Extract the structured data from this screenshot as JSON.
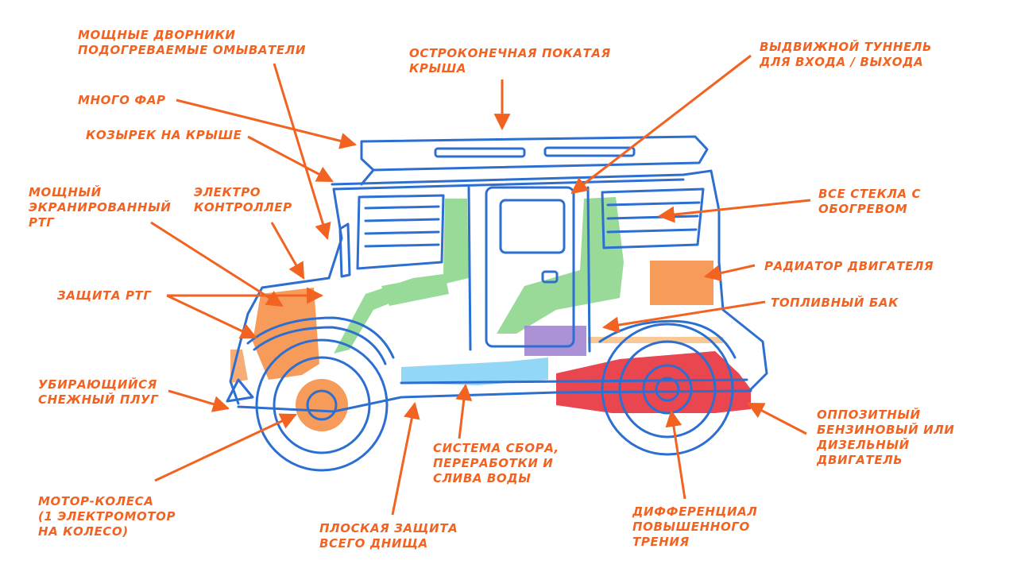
{
  "colors": {
    "label": "#f26322",
    "arrow": "#f26322",
    "sketch": "#2d6fd1",
    "cabin": "#7fd17f",
    "engine": "#e8323c",
    "fuel_tank": "#9c7fd0",
    "water_system": "#7fd0f5",
    "rtg": "#f58a3c"
  },
  "labels": {
    "wipers": "МОЩНЫЕ ДВОРНИКИ\nПОДОГРЕВАЕМЫЕ ОМЫВАТЕЛИ",
    "roof": "ОСТРОКОНЕЧНАЯ ПОКАТАЯ\nКРЫША",
    "tunnel": "ВЫДВИЖНОЙ ТУННЕЛЬ\nДЛЯ ВХОДА / ВЫХОДА",
    "headlights": "МНОГО ФАР",
    "visor": "КОЗЫРЕК НА КРЫШЕ",
    "rtg": "МОЩНЫЙ\nЭКРАНИРОВАННЫЙ\nРТГ",
    "controller": "ЭЛЕКТРО\nКОНТРОЛЛЕР",
    "heated_glass": "ВСЕ СТЕКЛА С\nОБОГРЕВОМ",
    "radiator": "РАДИАТОР ДВИГАТЕЛЯ",
    "rtg_protection": "ЗАЩИТА РТГ",
    "fuel_tank": "ТОПЛИВНЫЙ БАК",
    "snowplow": "УБИРАЮЩИЙСЯ\nСНЕЖНЫЙ ПЛУГ",
    "engine": "ОППОЗИТНЫЙ\nБЕНЗИНОВЫЙ ИЛИ\nДИЗЕЛЬНЫЙ\nДВИГАТЕЛЬ",
    "water": "СИСТЕМА СБОРА,\nПЕРЕРАБОТКИ И\nСЛИВА ВОДЫ",
    "wheel_motors": "МОТОР-КОЛЕСА\n(1 ЭЛЕКТРОМОТОР\nНА КОЛЕСО)",
    "underbody": "ПЛОСКАЯ ЗАЩИТА\nВСЕГО ДНИЩА",
    "differential": "ДИФФЕРЕНЦИАЛ\nПОВЫШЕННОГО\nТРЕНИЯ"
  }
}
